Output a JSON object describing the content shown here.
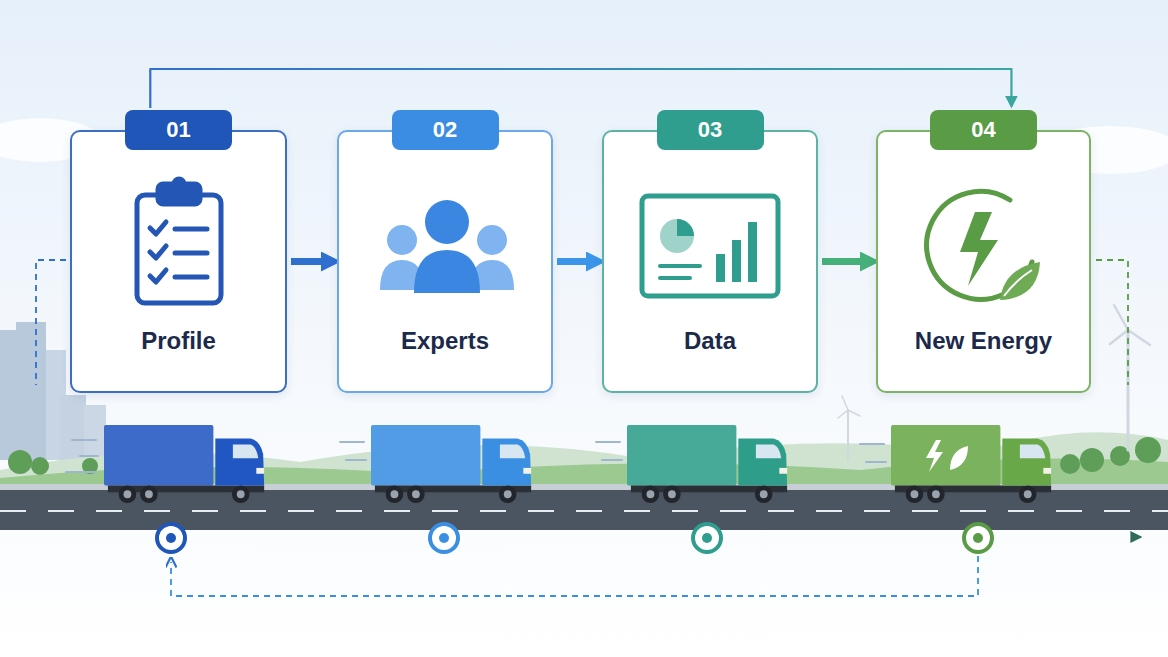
{
  "diagram": {
    "nodes": [
      {
        "text": [
          "01",
          "Profile"
        ]
      },
      {
        "text": [
          "02",
          "Experts"
        ]
      },
      {
        "text": [
          "03",
          "Data"
        ]
      },
      {
        "text": [
          "04",
          "New Energy"
        ]
      }
    ],
    "edges": [
      {
        "from": 0,
        "to": 1,
        "arrow": "to"
      },
      {
        "from": 1,
        "to": 2,
        "arrow": "to"
      },
      {
        "from": 2,
        "to": 3,
        "arrow": "to"
      },
      {
        "from": 0,
        "to": 3,
        "arrow": "to"
      }
    ]
  }
}
